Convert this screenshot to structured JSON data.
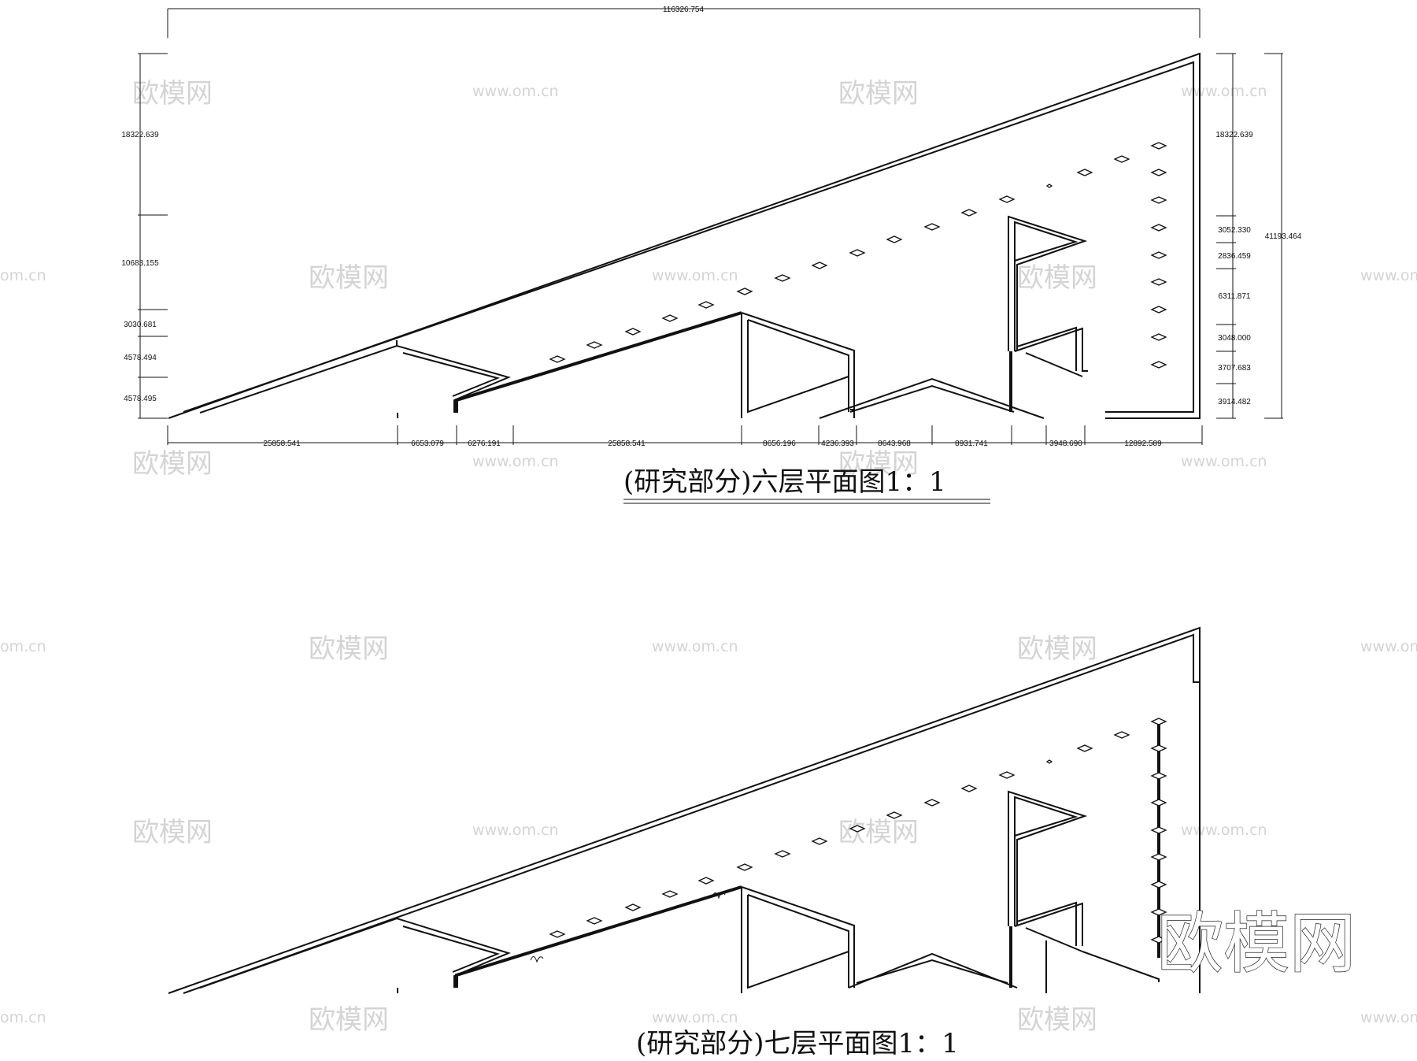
{
  "plans": [
    {
      "title": "(研究部分)六层平面图1：1",
      "overall_width": "116326.754",
      "bottom_dims": [
        "25858.541",
        "6653.079",
        "6276.191",
        "25858.541",
        "8656.196",
        "4236.393",
        "8643.968",
        "8931.741",
        "3948.690",
        "12892.589"
      ],
      "left_dims": [
        "18322.639",
        "10683.155",
        "3030.681",
        "4578.494",
        "4578.495"
      ],
      "right_dims": [
        "18322.639",
        "3052.330",
        "2836.459",
        "6311.871",
        "3048.000",
        "3707.683",
        "3914.482"
      ],
      "right_total": "41193.464"
    },
    {
      "title": "(研究部分)七层平面图1：1"
    }
  ],
  "watermarks": {
    "brand": "欧模网",
    "url": "www.om.cn",
    "url_partial": "om.cn"
  }
}
